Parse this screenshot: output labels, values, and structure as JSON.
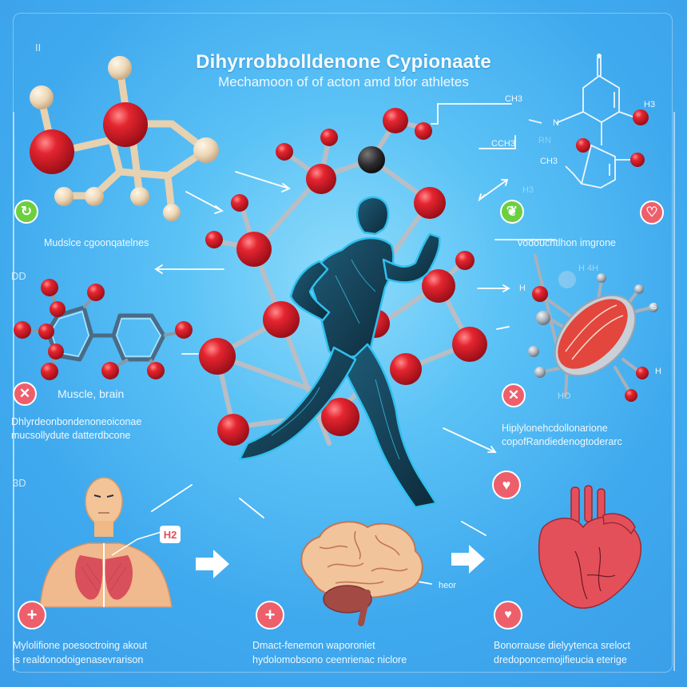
{
  "header": {
    "title": "Dihyrrobbolldenone Cypionaate",
    "subtitle": "Mechamoon of of acton amd bfor athletes"
  },
  "corner_labels": {
    "top_left": "II",
    "mid_left": "DD",
    "bottom_left": "3D"
  },
  "chem_labels": {
    "ch3_top": "CH3",
    "ch3_mid": "CCH3",
    "ch3_low": "CH3",
    "h_top_right": "H3",
    "rn": "RN",
    "h_faint": "H3",
    "n_label": "N",
    "h_muscle_left": "H",
    "h_muscle_top": "H 4H",
    "s_muscle": "S",
    "h_muscle_right": "H",
    "ho_muscle": "HO",
    "h2_badge": "H2"
  },
  "sections": [
    {
      "id": "muscle-gain",
      "icon": "refresh-icon",
      "icon_color": "#6ccf3f",
      "label": "Mudslce cgoonqatelnes"
    },
    {
      "id": "reduction",
      "icon": "leaf-icon",
      "icon_color": "#6ccf3f",
      "label": "vodouchtlhon imgrone"
    },
    {
      "id": "heart-badge-top",
      "icon": "heart-icon",
      "icon_color": "#ee5f6c"
    },
    {
      "id": "muscle-brain",
      "icon": "x-icon",
      "icon_color": "#ee5f6c",
      "heading": "Muscle, brain",
      "label_line1": "Dhlyrdeonbondenoneoiconae",
      "label_line2": "mucsollydute datterdbcone"
    },
    {
      "id": "right-x",
      "icon": "x-icon",
      "icon_color": "#ee5f6c",
      "label_line1": "Hiplylonehcdollonarione",
      "label_line2": "copofRandiedenogtoderarc"
    },
    {
      "id": "body",
      "icon": "plus-icon",
      "icon_color": "#ee5f6c",
      "label_line1": "Mylolifione poesoctroing akout",
      "label_line2": "is realdonodoigenasevrarison"
    },
    {
      "id": "brain",
      "icon": "plus-icon",
      "icon_color": "#ee5f6c",
      "label_line1": "Dmact-fenemon waporoniet",
      "label_line2": "hydolomobsono ceenrienac niclore",
      "side_label": "heor"
    },
    {
      "id": "heart",
      "icon": "heart-icon",
      "icon_color": "#ee5f6c",
      "label_line1": "Bonorrause dielyytenca sreloct",
      "label_line2": "dredoponcemojifieucia eterige"
    }
  ],
  "colors": {
    "background": "#4fb3f0",
    "atom_red": "#e0262f",
    "atom_beige": "#ecd9bd",
    "bond_gray": "#b8bec6",
    "athlete": "#123a4d",
    "athlete_outline": "#2fb6e8",
    "icon_green": "#6ccf3f",
    "icon_red": "#ee5f6c",
    "heart": "#e4505a",
    "brain": "#f1c49c",
    "muscle": "#e24a3f"
  }
}
